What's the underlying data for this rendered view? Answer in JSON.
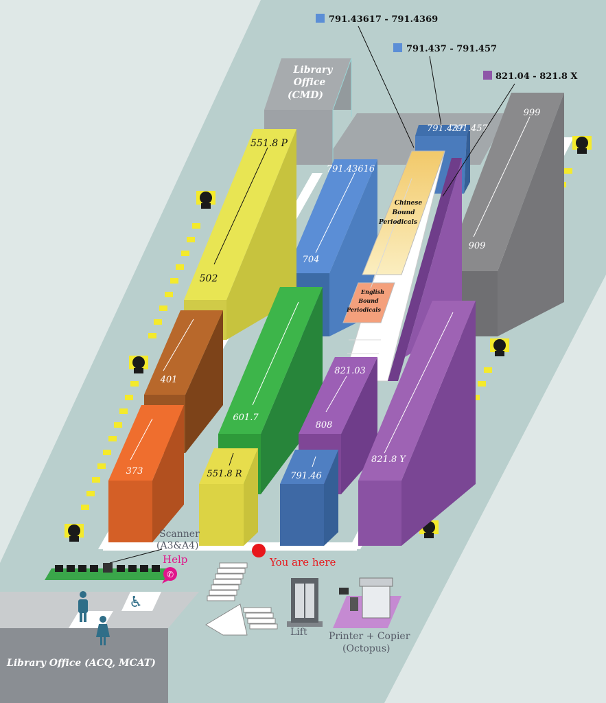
{
  "legend": [
    {
      "label": "791.43617 - 791.4369",
      "color": "#5b8ed6"
    },
    {
      "label": "791.437 - 791.457",
      "color": "#5b8ed6"
    },
    {
      "label": "821.04 - 821.8 X",
      "color": "#8e56a8"
    }
  ],
  "offices": {
    "top": [
      "Library",
      "Office",
      "(CMD)"
    ],
    "bottom": "Library  Office (ACQ, MCAT)"
  },
  "shelves": {
    "s5518p": {
      "top": "551.8 P",
      "bottom": "502",
      "color": "#e8e553"
    },
    "s401": {
      "top": "401",
      "color": "#b8682b"
    },
    "s373": {
      "top": "373",
      "color": "#ef6e2e"
    },
    "s6017": {
      "top": "601.7",
      "color": "#3db54a"
    },
    "s5518r": {
      "top": "551.8 R",
      "color": "#e7dd4c"
    },
    "s791436": {
      "top": "791.43616",
      "bottom": "704",
      "color": "#5b8ed6"
    },
    "s82103": {
      "top": "821.03",
      "bottom": "808",
      "color": "#9c5fb5"
    },
    "s79146": {
      "top": "791.46",
      "color": "#4f7fc2"
    },
    "s8218y": {
      "top": "821.8 Y",
      "color": "#9e63b4"
    },
    "s999": {
      "top": "999",
      "bottom": "909",
      "color": "#8a8a8c"
    },
    "s791437": {
      "left": "791.437",
      "right": "791.457",
      "color": "#3f6fad"
    }
  },
  "periodicals": {
    "chinese": [
      "Chinese",
      "Bound",
      "Periodicals"
    ],
    "english": [
      "English",
      "Bound",
      "Periodicals"
    ]
  },
  "facilities": {
    "scanner": [
      "Scanner",
      "(A3&A4)"
    ],
    "help": "Help",
    "you_are_here": "You are here",
    "lift": "Lift",
    "printer": [
      "Printer + Copier",
      "(Octopus)"
    ]
  },
  "colors": {
    "floor": "#b9cfcd",
    "path": "#ffffff",
    "marker": "#f4ea2c",
    "you_are_here": "#e8161b",
    "help": "#e0148b",
    "printer_pad": "#c58ad2"
  }
}
